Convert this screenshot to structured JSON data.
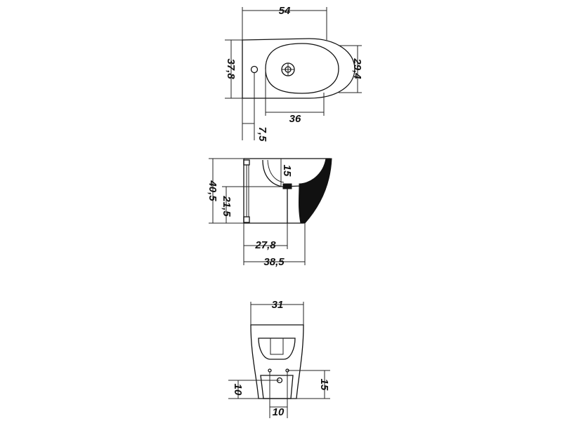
{
  "views": {
    "top": {
      "width": "54",
      "depth": "37,8",
      "bowl_depth": "29,4",
      "bowl_length": "36",
      "tap_offset": "7,5"
    },
    "side": {
      "height": "40,5",
      "outlet_height": "21,5",
      "bowl_drop": "15",
      "outlet_depth": "27,8",
      "total_depth": "38,5"
    },
    "rear": {
      "width": "31",
      "hole_height_left": "10",
      "hole_height_right": "15",
      "hole_spacing": "10"
    }
  }
}
